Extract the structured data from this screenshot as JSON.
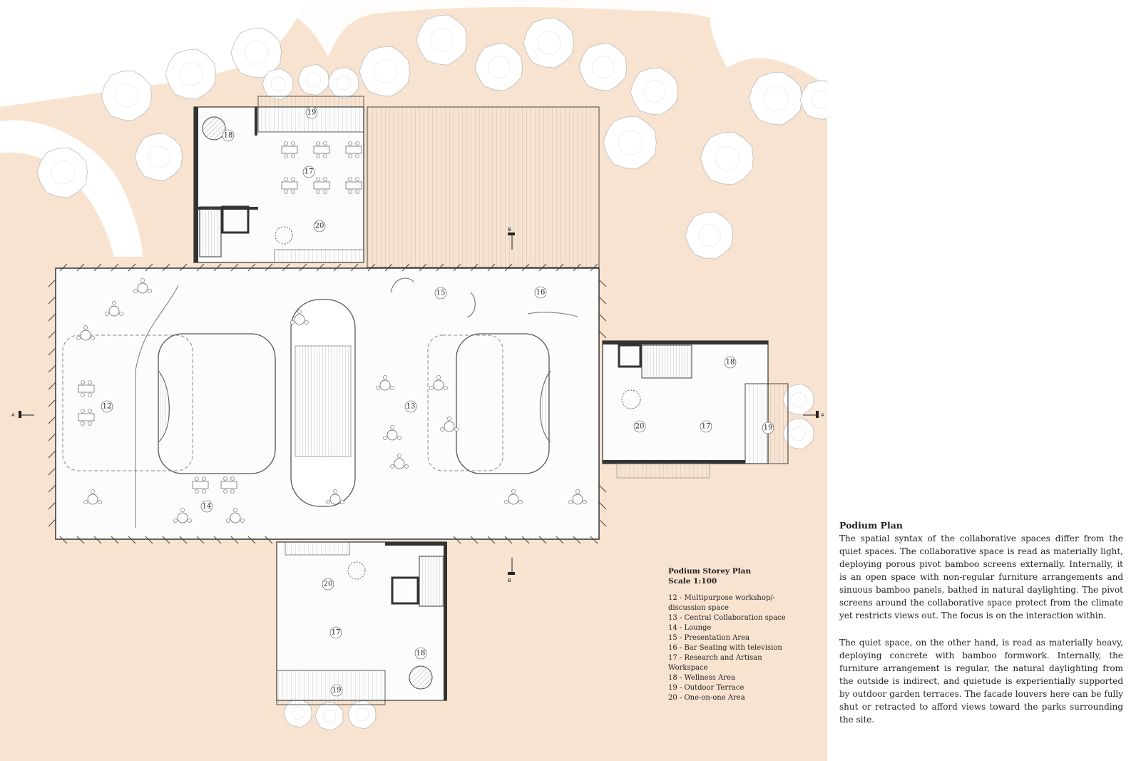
{
  "plan": {
    "room_labels": [
      "12",
      "13",
      "14",
      "15",
      "16",
      "17",
      "18",
      "19",
      "20"
    ],
    "section_markers": {
      "a": "A",
      "b": "B"
    },
    "colors": {
      "ground": "#f7e3cf",
      "tree": "#ffffff",
      "wall": "#333333",
      "floor": "#fcfcfc"
    }
  },
  "legend": {
    "title": "Podium Storey Plan",
    "scale": "Scale 1:100",
    "items": [
      "12 - Multipurpose workshop/-discussion space",
      "13 - Central Collaboration space",
      "14 - Lounge",
      "15 - Presentation Area",
      "16 - Bar Seating with television",
      "17 - Research and Artisan Workspace",
      "18 - Wellness Area",
      "19 - Outdoor Terrace",
      "20 - One-on-one Area"
    ]
  },
  "description": {
    "heading": "Podium Plan",
    "paragraphs": [
      "The spatial syntax of the collaborative spaces differ from the quiet spaces. The collaborative space is read as materially light, deploying porous pivot bamboo screens externally. Internally, it is an open space with non-regular furniture arrangements and sinuous bamboo panels, bathed in natural daylighting. The pivot screens around the collaborative space protect from the climate yet restricts views out. The focus is on the interaction within.",
      "The quiet space, on the other hand, is read as materially heavy, deploying concrete with bamboo formwork. Internally, the furniture arrangement is regular, the natural daylighting from the outside is indirect, and quietude is experientially supported by outdoor garden terraces. The facade louvers here can be fully shut or retracted to afford views toward the parks surrounding the site."
    ]
  }
}
